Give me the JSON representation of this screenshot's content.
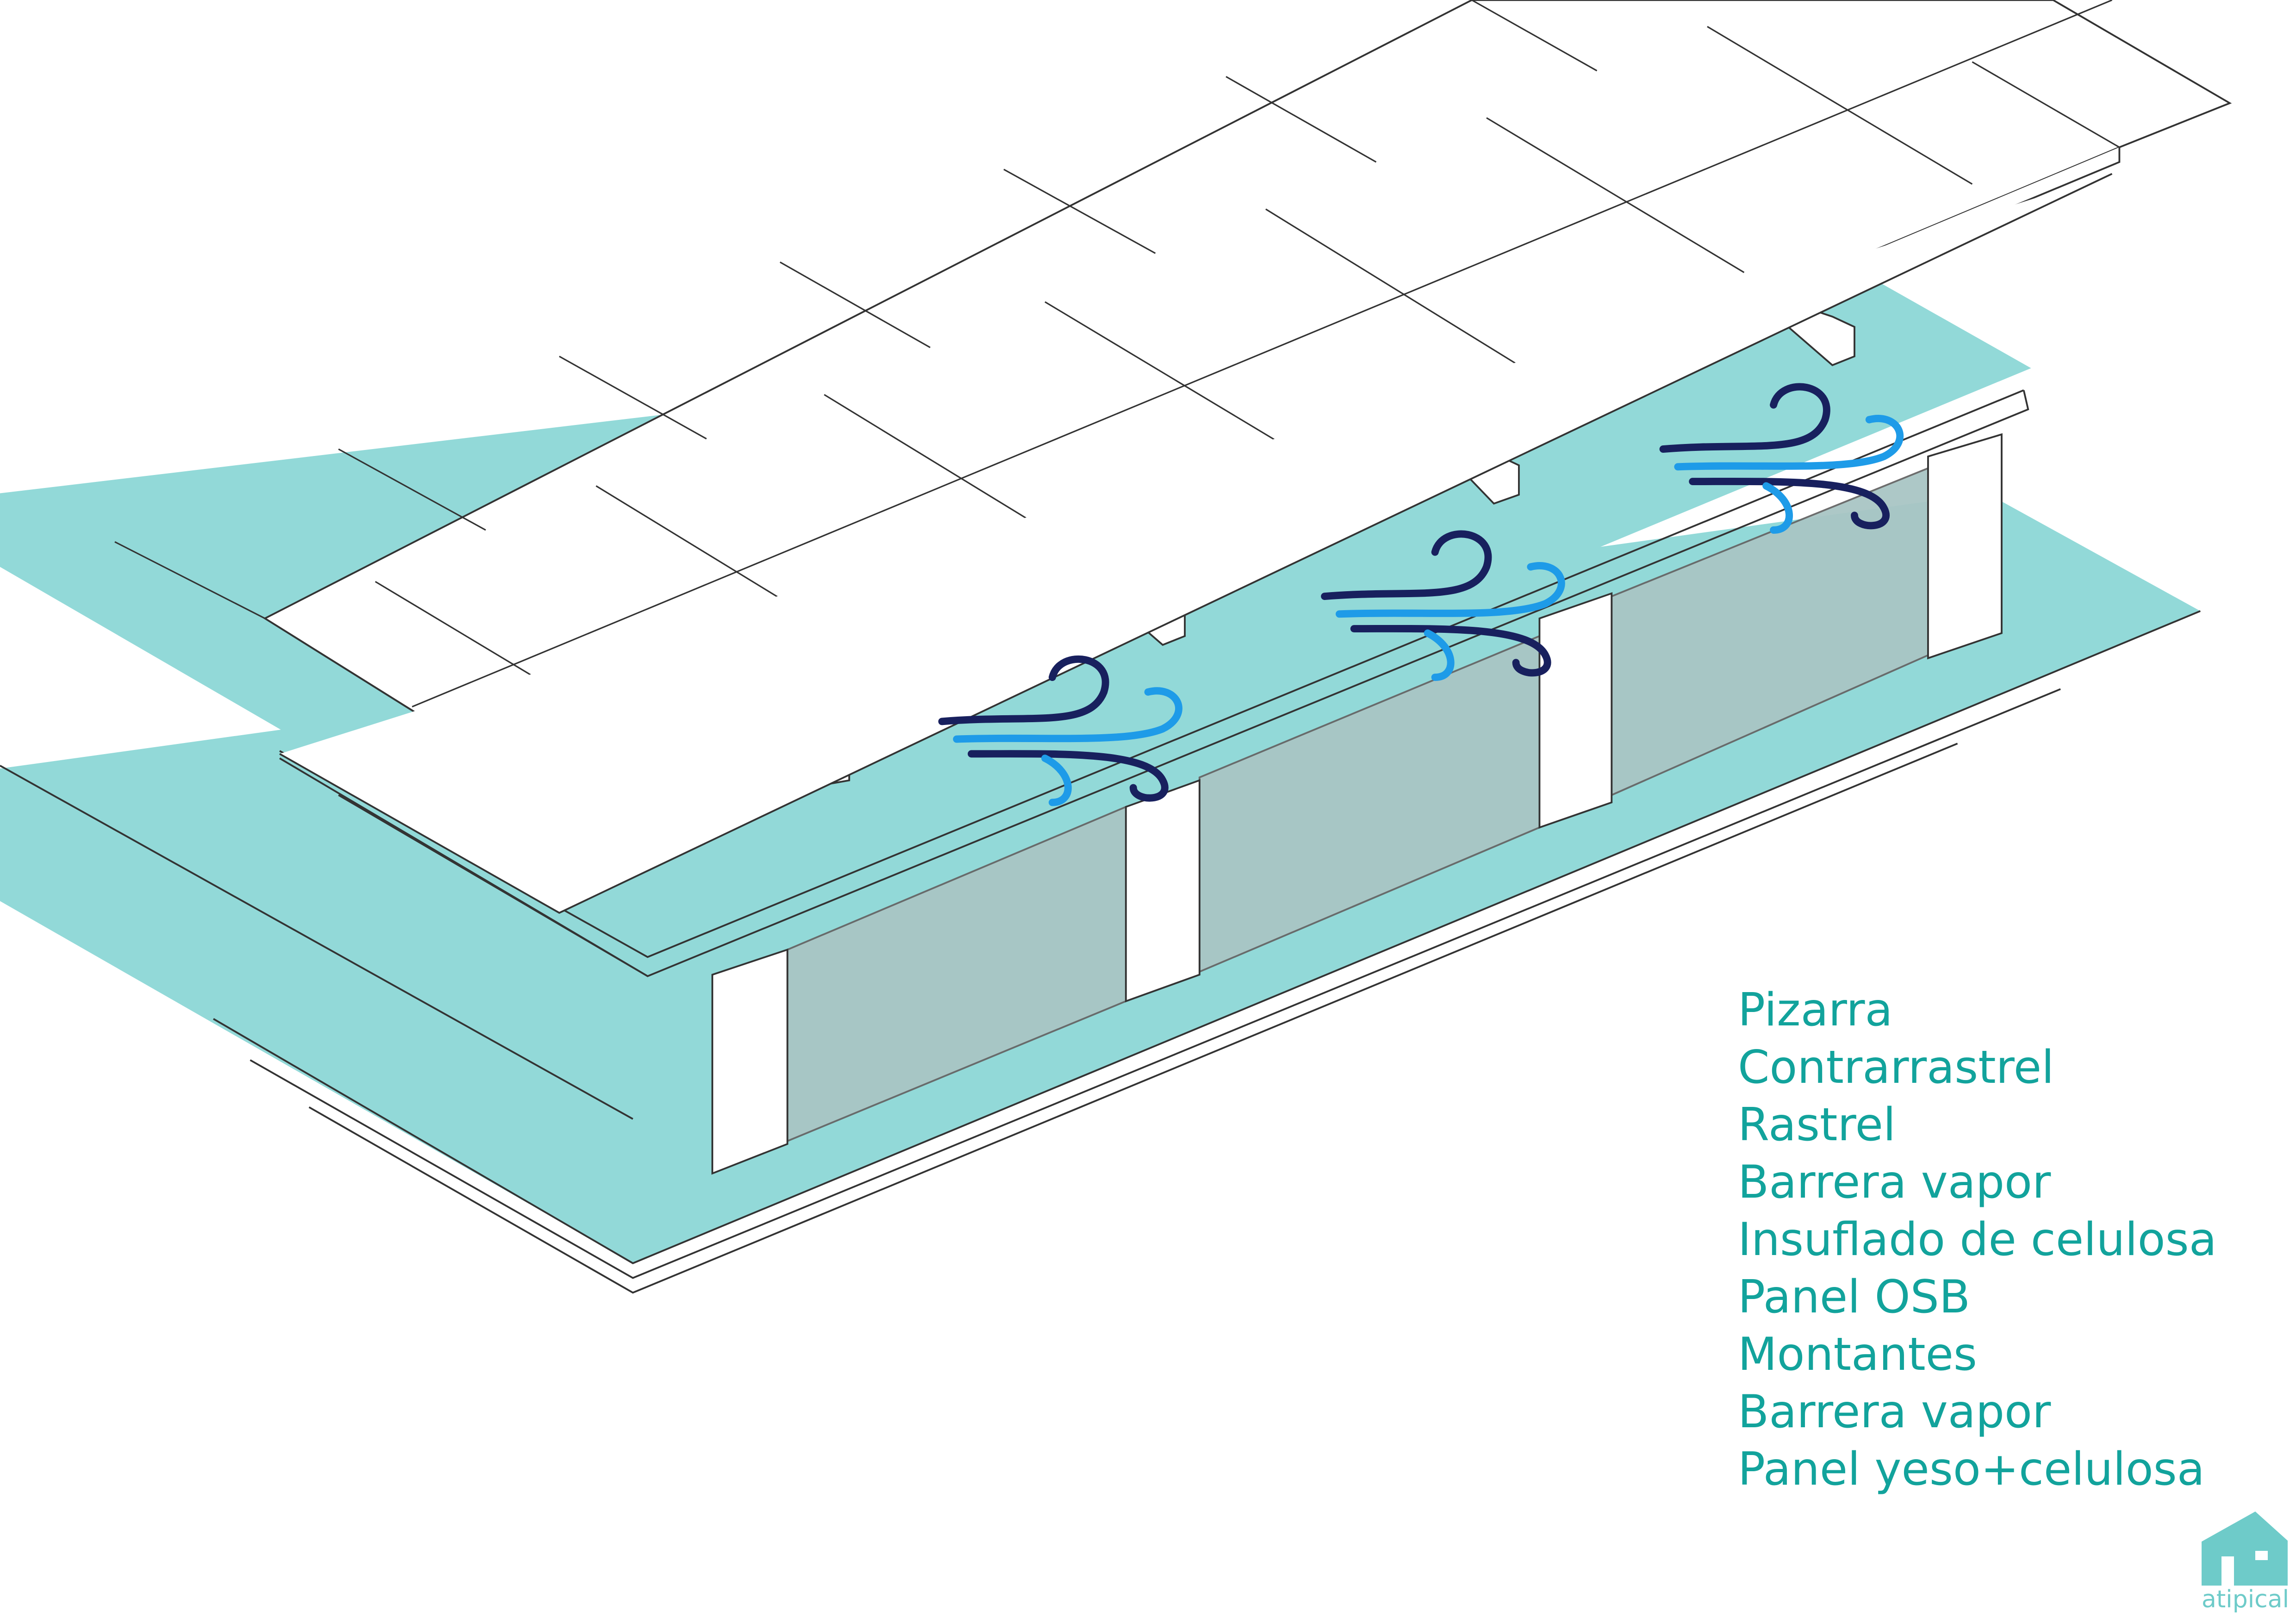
{
  "legend": {
    "items": [
      "Pizarra",
      "Contrarrastrel",
      "Rastrel",
      "Barrera vapor",
      "Insuflado de celulosa",
      "Panel OSB",
      "Montantes",
      "Barrera vapor",
      "Panel yeso+celulosa"
    ]
  },
  "logo": {
    "text": "atipical"
  },
  "colors": {
    "teal": "#92d9d8",
    "legend_text": "#12a39c",
    "logo": "#6ecbc9",
    "wind_dark": "#18205e",
    "wind_light": "#1e9be8",
    "insulation": "#a9c6c5"
  }
}
